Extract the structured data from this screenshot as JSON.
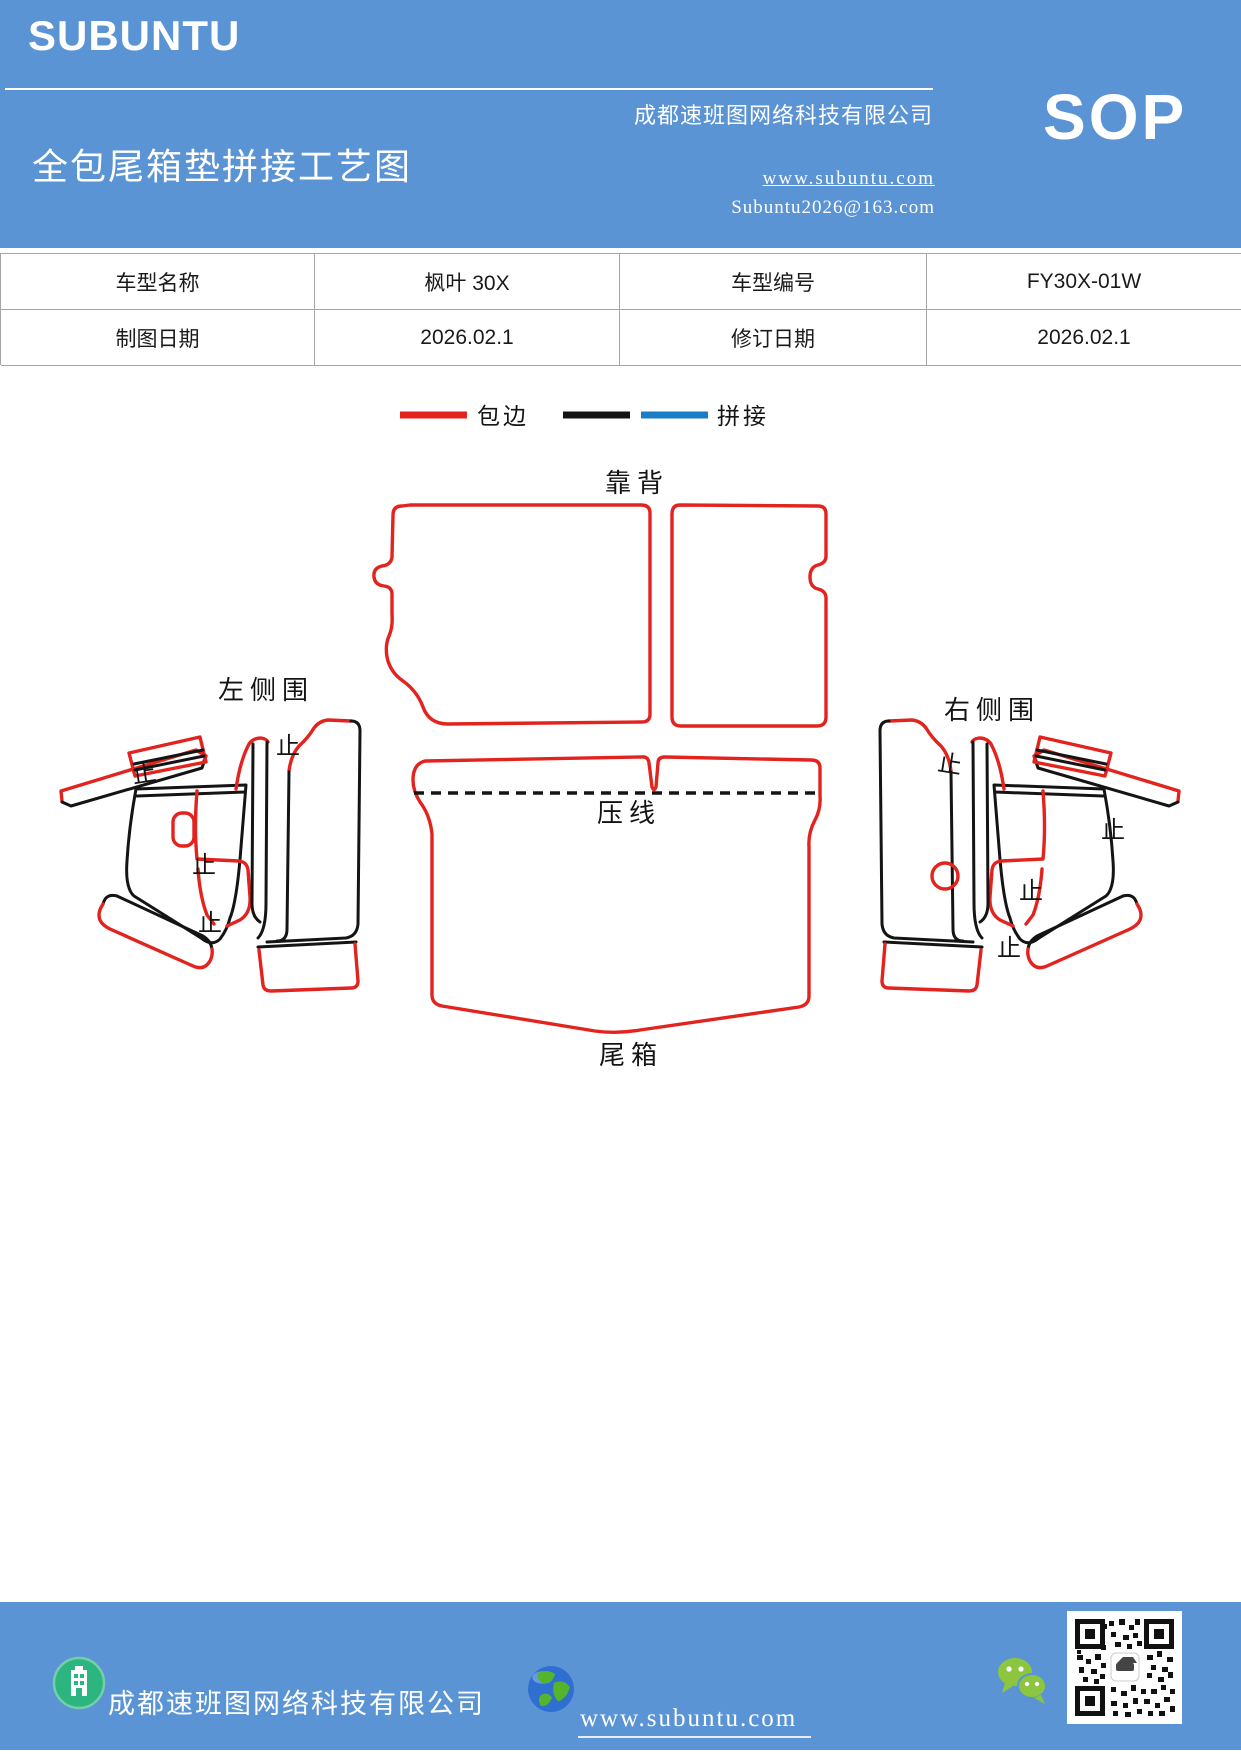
{
  "header": {
    "logo_text": "SUBUNTU",
    "doc_title": "全包尾箱垫拼接工艺图",
    "company_name": "成都速班图网络科技有限公司",
    "website": "www.subuntu.com",
    "email": "Subuntu2026@163.com",
    "sop_label": "SOP"
  },
  "info_table": {
    "row1": {
      "model_name_label": "车型名称",
      "model_name_value": "枫叶 30X",
      "model_code_label": "车型编号",
      "model_code_value": "FY30X-01W"
    },
    "row2": {
      "draw_date_label": "制图日期",
      "draw_date_value": "2026.02.1",
      "revise_date_label": "修订日期",
      "revise_date_value": "2026.02.1"
    }
  },
  "legend": {
    "wrap_label": "包边",
    "splice_label": "拼接"
  },
  "diagram": {
    "backrest_label": "靠背",
    "left_side_label": "左侧围",
    "right_side_label": "右侧围",
    "trunk_label": "尾箱",
    "press_line_label": "压线",
    "stop_marker": "止",
    "colors": {
      "wrap_red": "#e2231e",
      "splice_black": "#141414",
      "splice_blue": "#1a7dc6",
      "header_blue": "#5b94d4"
    }
  },
  "footer": {
    "company_name": "成都速班图网络科技有限公司",
    "website": "www.subuntu.com"
  }
}
